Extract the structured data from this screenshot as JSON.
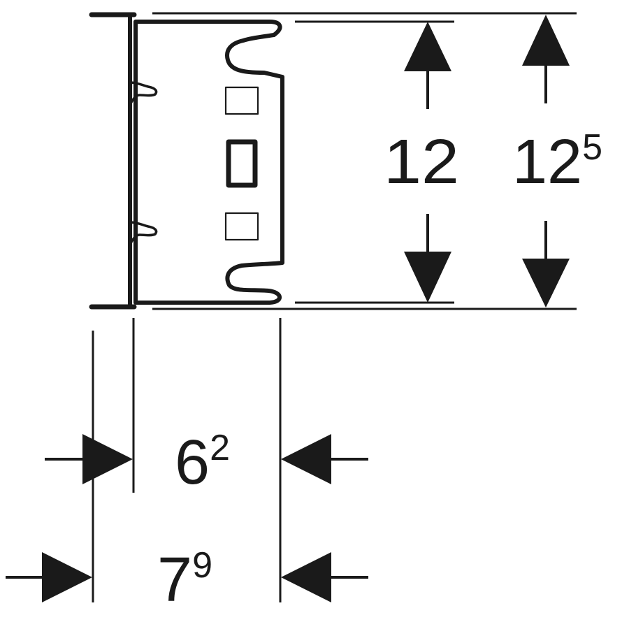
{
  "diagram": {
    "colors": {
      "ink": "#1a1a1a",
      "background": "#ffffff"
    },
    "dimensions": {
      "height_inner": {
        "base": "12",
        "sup": ""
      },
      "height_outer": {
        "base": "12",
        "sup": "5"
      },
      "width_inner": {
        "base": "6",
        "sup": "2"
      },
      "width_outer": {
        "base": "7",
        "sup": "9"
      }
    }
  }
}
